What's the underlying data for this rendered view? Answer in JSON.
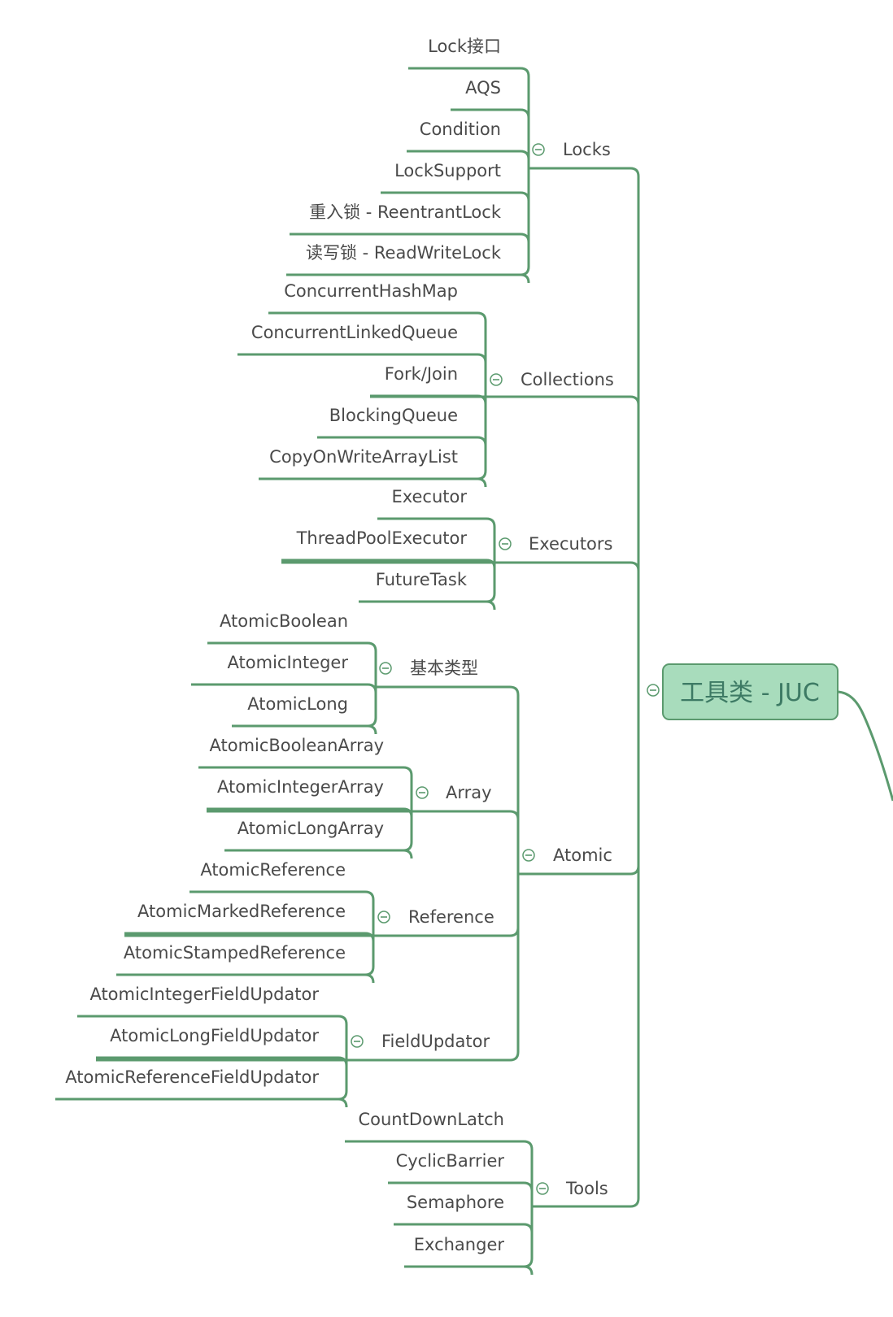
{
  "root": {
    "label": "工具类 - JUC"
  },
  "categories": {
    "locks": {
      "label": "Locks",
      "items": [
        "Lock接口",
        "AQS",
        "Condition",
        "LockSupport",
        "重入锁 - ReentrantLock",
        "读写锁 - ReadWriteLock"
      ]
    },
    "collections": {
      "label": "Collections",
      "items": [
        "ConcurrentHashMap",
        "ConcurrentLinkedQueue",
        "Fork/Join",
        "BlockingQueue",
        "CopyOnWriteArrayList"
      ]
    },
    "executors": {
      "label": "Executors",
      "items": [
        "Executor",
        "ThreadPoolExecutor",
        "FutureTask"
      ]
    },
    "atomic": {
      "label": "Atomic",
      "groups": {
        "basic": {
          "label": "基本类型",
          "items": [
            "AtomicBoolean",
            "AtomicInteger",
            "AtomicLong"
          ]
        },
        "array": {
          "label": "Array",
          "items": [
            "AtomicBooleanArray",
            "AtomicIntegerArray",
            "AtomicLongArray"
          ]
        },
        "reference": {
          "label": "Reference",
          "items": [
            "AtomicReference",
            "AtomicMarkedReference",
            "AtomicStampedReference"
          ]
        },
        "fieldupdator": {
          "label": "FieldUpdator",
          "items": [
            "AtomicIntegerFieldUpdator",
            "AtomicLongFieldUpdator",
            "AtomicReferenceFieldUpdator"
          ]
        }
      }
    },
    "tools": {
      "label": "Tools",
      "items": [
        "CountDownLatch",
        "CyclicBarrier",
        "Semaphore",
        "Exchanger"
      ]
    }
  },
  "colors": {
    "branch": "#5b9a6e",
    "root_fill": "#a8dcbc",
    "root_text": "#3d7a64",
    "text": "#4a4a4a"
  }
}
